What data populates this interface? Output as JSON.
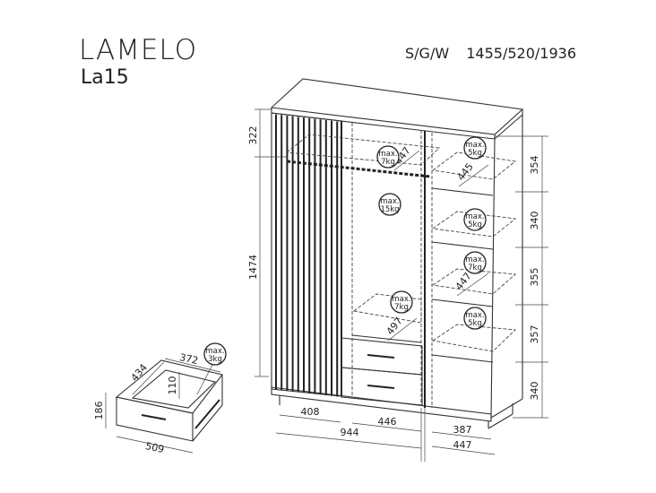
{
  "header": {
    "product_name": "LAMELO",
    "model_code": "La15",
    "dims_label": "S/G/W",
    "dims_value": "1455/520/1936"
  },
  "wardrobe": {
    "dimensions": {
      "top_compartment_height": "322",
      "hanging_height": "1474",
      "shelf_1": "354",
      "shelf_2": "340",
      "shelf_3": "355",
      "shelf_4": "357",
      "shelf_5": "340",
      "rail_depth": "447",
      "right_shelf_depth": "445",
      "middle_shelf_depth": "497",
      "right_shelf_depth_2": "447",
      "left_width": "408",
      "middle_width": "446",
      "total_inner_width": "944",
      "right_width": "387",
      "depth": "447"
    },
    "loads": [
      {
        "max": "max.",
        "kg": "7kg"
      },
      {
        "max": "max.",
        "kg": "15kg"
      },
      {
        "max": "max.",
        "kg": "5kg"
      },
      {
        "max": "max.",
        "kg": "5kg"
      },
      {
        "max": "max.",
        "kg": "7kg"
      },
      {
        "max": "max.",
        "kg": "7kg"
      },
      {
        "max": "max.",
        "kg": "5kg"
      }
    ]
  },
  "drawer": {
    "depth": "434",
    "inner_width": "372",
    "inner_height": "110",
    "height": "186",
    "width": "509",
    "load": {
      "max": "max.",
      "kg": "3kg"
    }
  }
}
